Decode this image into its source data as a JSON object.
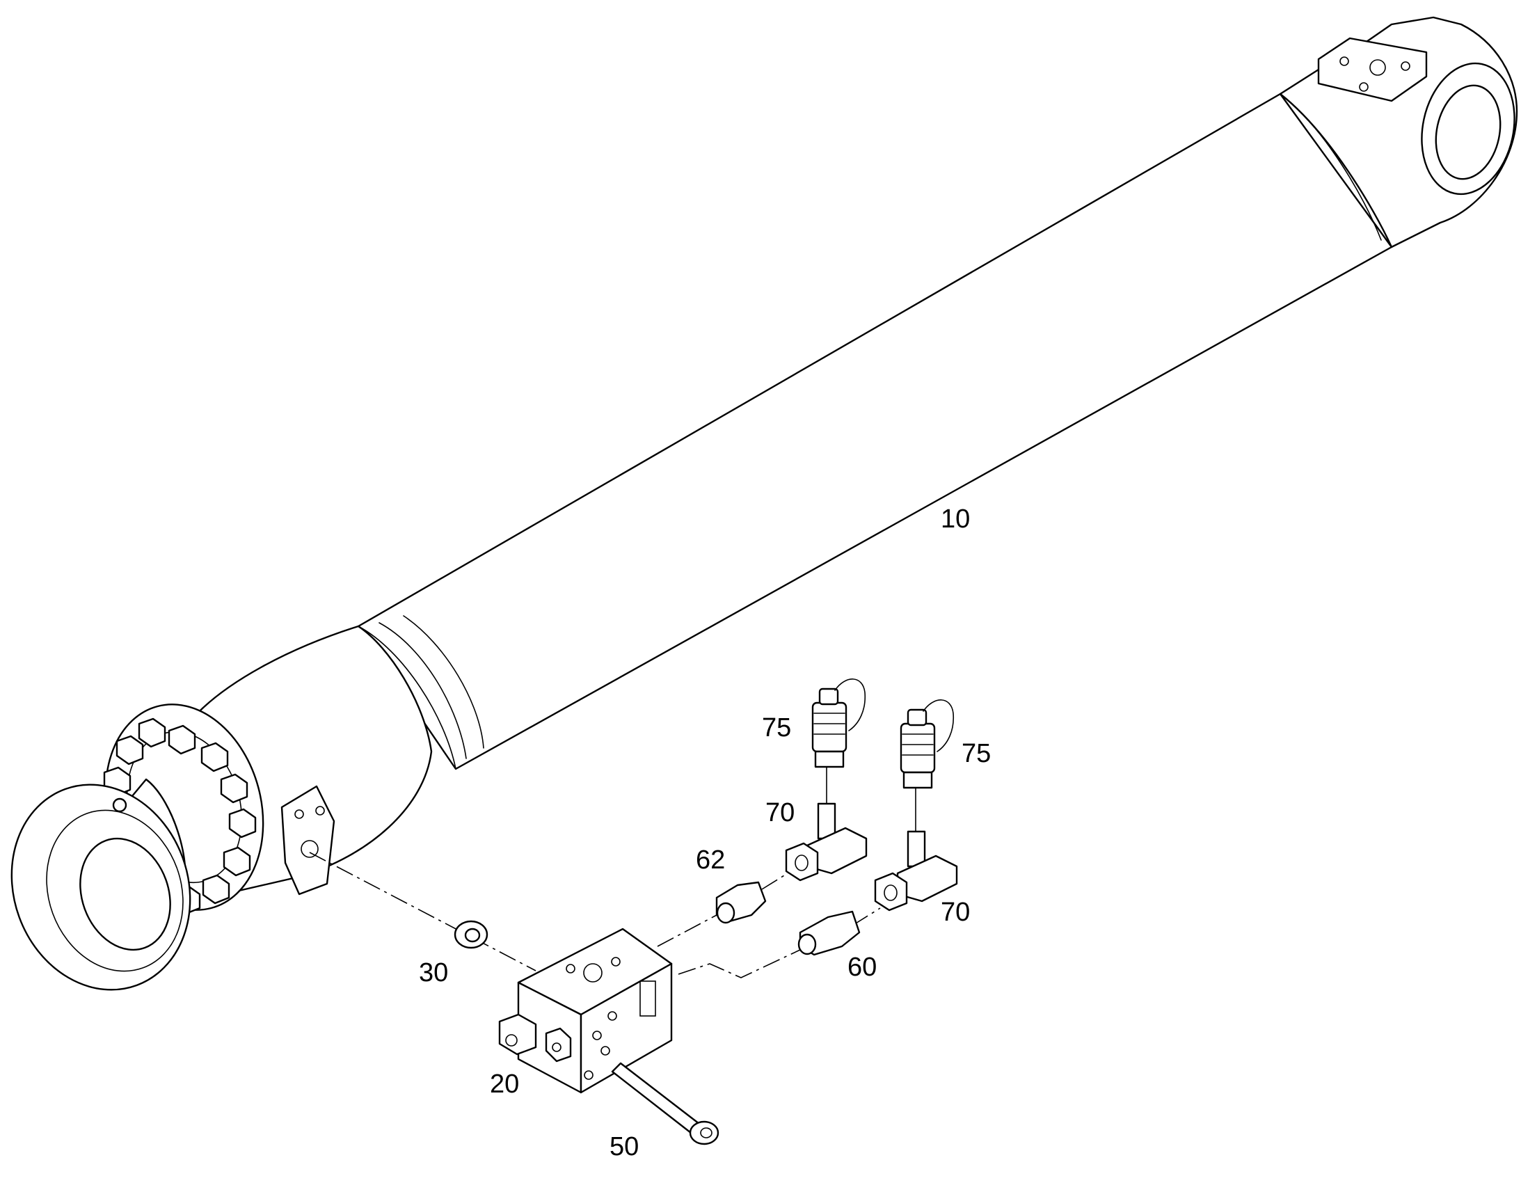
{
  "callouts": {
    "c10": "10",
    "c20": "20",
    "c30": "30",
    "c50": "50",
    "c60": "60",
    "c62": "62",
    "c70a": "70",
    "c70b": "70",
    "c75a": "75",
    "c75b": "75"
  },
  "colors": {
    "line": "#000000",
    "background": "#ffffff"
  }
}
